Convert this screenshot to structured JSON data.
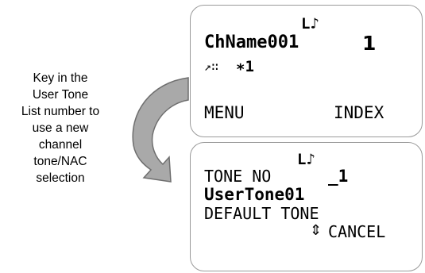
{
  "caption": {
    "lines": [
      "Key in the",
      "User Tone",
      "List number to",
      "use a new",
      "channel",
      "tone/NAC",
      "selection"
    ]
  },
  "screen1": {
    "status_icons": "L♪",
    "channel_name": "ChName001",
    "channel_number": "1",
    "scan_icons": "↗∷",
    "priority": "∗1",
    "menu_label": "MENU",
    "index_label": "INDEX"
  },
  "screen2": {
    "status_icons": "L♪",
    "tone_no_label": "TONE NO",
    "tone_no_value": "_1",
    "user_tone_name": "UserTone01",
    "default_tone_label": "DEFAULT TONE",
    "updown_icon": "⇕",
    "cancel_label": "CANCEL"
  },
  "colors": {
    "arrow_fill": "#a9a9a9",
    "arrow_outline": "#6e6e6e",
    "screen_border": "#9a9a9a"
  }
}
